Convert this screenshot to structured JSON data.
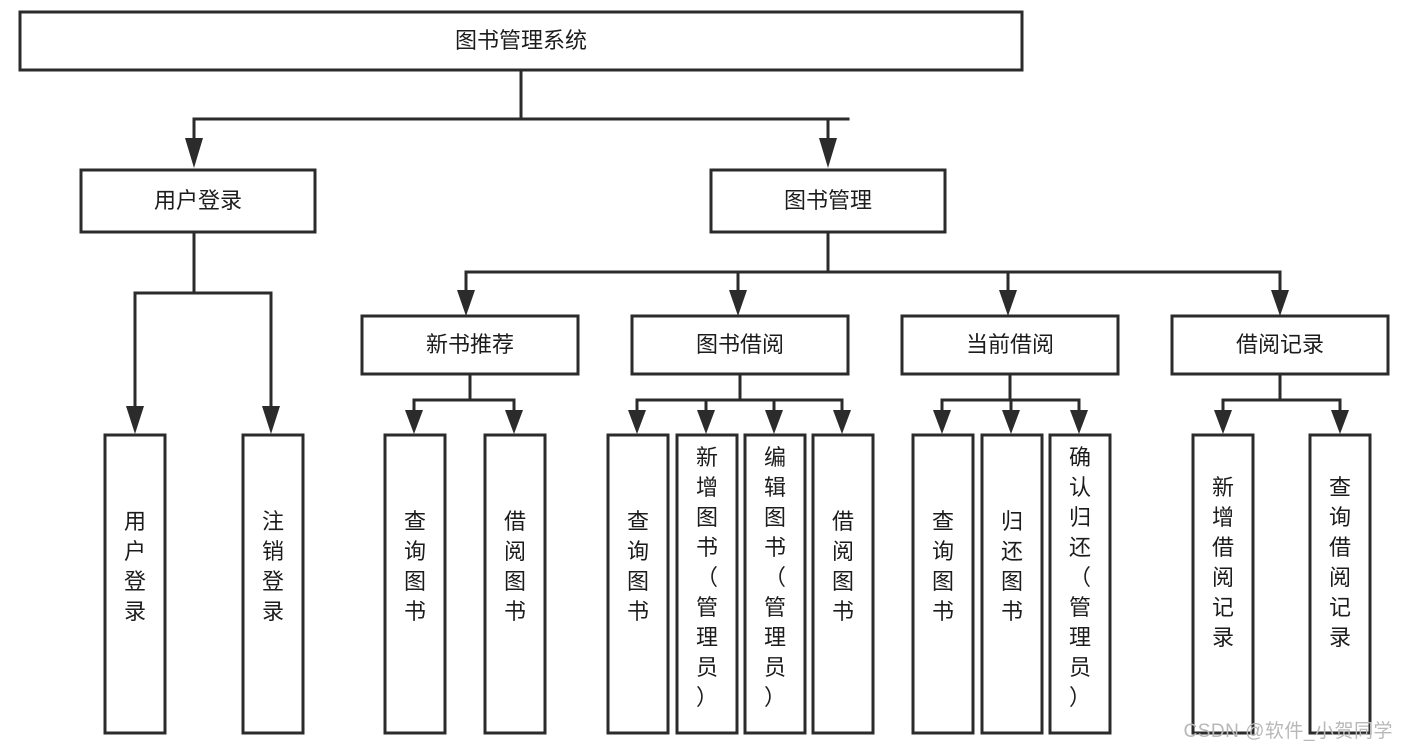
{
  "diagram": {
    "type": "tree-hierarchy-chart",
    "title": "图书管理系统",
    "watermark": "CSDN @软件_小贺同学",
    "colors": {
      "box_fill": "#ffffff",
      "box_stroke": "#2b2b2b",
      "text": "#1c1c1c",
      "watermark": "#b8b8b8",
      "background": "#ffffff"
    },
    "levels": {
      "root": {
        "label": "图书管理系统"
      },
      "level2": [
        {
          "id": "user-login",
          "label": "用户登录"
        },
        {
          "id": "book-management",
          "label": "图书管理"
        }
      ],
      "level3": [
        {
          "id": "new-book-recommend",
          "label": "新书推荐",
          "parent": "book-management"
        },
        {
          "id": "book-borrow",
          "label": "图书借阅",
          "parent": "book-management"
        },
        {
          "id": "current-borrow",
          "label": "当前借阅",
          "parent": "book-management"
        },
        {
          "id": "borrow-record",
          "label": "借阅记录",
          "parent": "book-management"
        }
      ],
      "leaves": [
        {
          "id": "leaf-user-login",
          "label": "用户登录",
          "parent": "user-login"
        },
        {
          "id": "leaf-logout-login",
          "label": "注销登录",
          "parent": "user-login"
        },
        {
          "id": "leaf-query-book-1",
          "label": "查询图书",
          "parent": "new-book-recommend"
        },
        {
          "id": "leaf-borrow-book-1",
          "label": "借阅图书",
          "parent": "new-book-recommend"
        },
        {
          "id": "leaf-query-book-2",
          "label": "查询图书",
          "parent": "book-borrow"
        },
        {
          "id": "leaf-add-book",
          "label": "新增图书（管理员）",
          "parent": "book-borrow"
        },
        {
          "id": "leaf-edit-book",
          "label": "编辑图书（管理员）",
          "parent": "book-borrow"
        },
        {
          "id": "leaf-borrow-book-2",
          "label": "借阅图书",
          "parent": "book-borrow"
        },
        {
          "id": "leaf-query-book-3",
          "label": "查询图书",
          "parent": "current-borrow"
        },
        {
          "id": "leaf-return-book",
          "label": "归还图书",
          "parent": "current-borrow"
        },
        {
          "id": "leaf-confirm-return",
          "label": "确认归还（管理员）",
          "parent": "current-borrow"
        },
        {
          "id": "leaf-add-record",
          "label": "新增借阅记录",
          "parent": "borrow-record"
        },
        {
          "id": "leaf-query-record",
          "label": "查询借阅记录",
          "parent": "borrow-record"
        }
      ]
    }
  }
}
